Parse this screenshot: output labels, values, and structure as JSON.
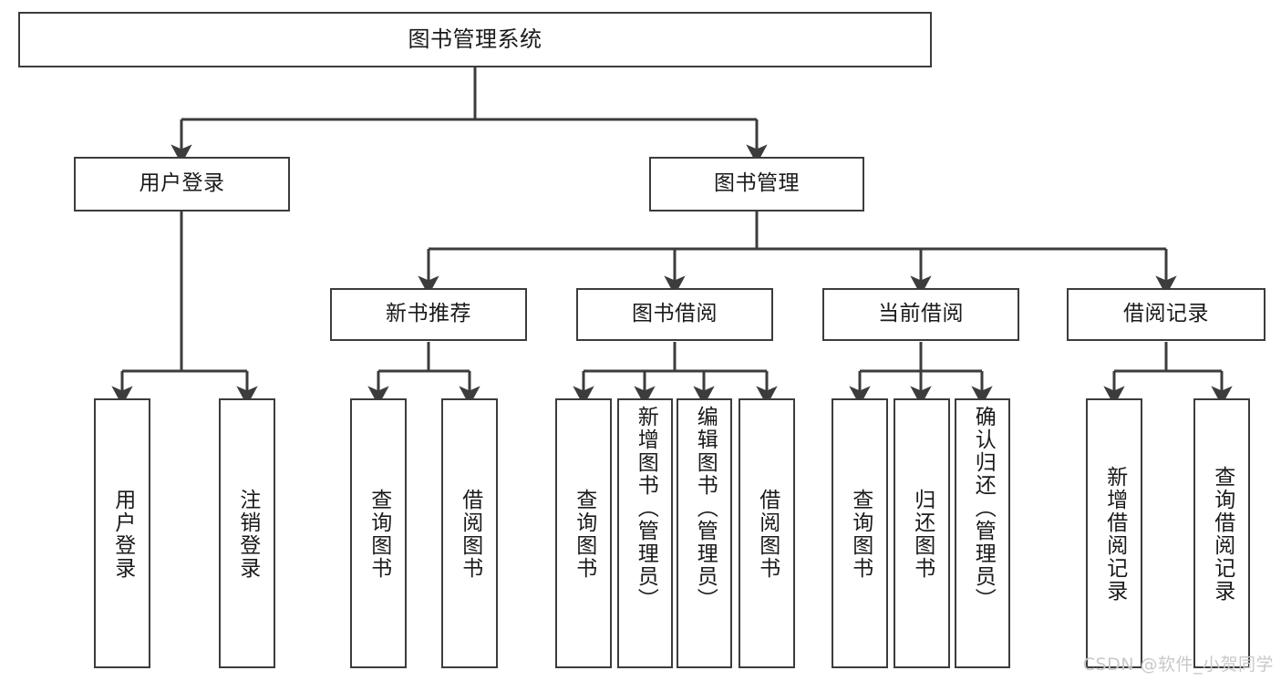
{
  "diagram": {
    "title": "图书管理系统",
    "type": "hierarchy-tree",
    "root": {
      "id": "root",
      "label": "图书管理系统"
    },
    "level2": [
      {
        "id": "user-login",
        "label": "用户登录"
      },
      {
        "id": "book-management",
        "label": "图书管理"
      }
    ],
    "level3": [
      {
        "id": "new-book-recommend",
        "label": "新书推荐",
        "parent": "book-management"
      },
      {
        "id": "book-borrow",
        "label": "图书借阅",
        "parent": "book-management"
      },
      {
        "id": "current-borrow",
        "label": "当前借阅",
        "parent": "book-management"
      },
      {
        "id": "borrow-record",
        "label": "借阅记录",
        "parent": "book-management"
      }
    ],
    "leaves": {
      "user_login": [
        {
          "id": "leaf-user-login",
          "label": "用户登录"
        },
        {
          "id": "leaf-user-logout",
          "label": "注销登录"
        }
      ],
      "new_book_recommend": [
        {
          "id": "leaf-query-book-1",
          "label": "查询图书"
        },
        {
          "id": "leaf-borrow-book-1",
          "label": "借阅图书"
        }
      ],
      "book_borrow": [
        {
          "id": "leaf-query-book-2",
          "label": "查询图书"
        },
        {
          "id": "leaf-add-book",
          "label": "新增图书（管理员）"
        },
        {
          "id": "leaf-edit-book",
          "label": "编辑图书（管理员）"
        },
        {
          "id": "leaf-borrow-book-2",
          "label": "借阅图书"
        }
      ],
      "current_borrow": [
        {
          "id": "leaf-query-book-3",
          "label": "查询图书"
        },
        {
          "id": "leaf-return-book",
          "label": "归还图书"
        },
        {
          "id": "leaf-confirm-return",
          "label": "确认归还（管理员）"
        }
      ],
      "borrow_record": [
        {
          "id": "leaf-add-record",
          "label": "新增借阅记录"
        },
        {
          "id": "leaf-query-record",
          "label": "查询借阅记录"
        }
      ]
    }
  },
  "watermark": {
    "text": "CSDN @软件_小贺同学"
  },
  "colors": {
    "stroke": "#3c3c3c",
    "background": "#ffffff",
    "text": "#1a1a1a",
    "watermark": "#c9c9c9"
  }
}
